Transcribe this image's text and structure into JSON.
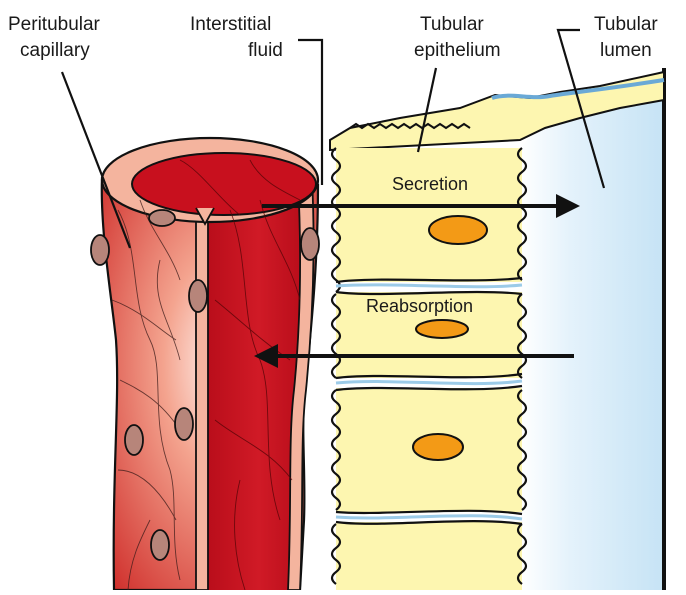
{
  "labels": {
    "peritubular_line1": "Peritubular",
    "peritubular_line2": "capillary",
    "interstitial_line1": "Interstitial",
    "interstitial_line2": "fluid",
    "epithelium_line1": "Tubular",
    "epithelium_line2": "epithelium",
    "lumen_line1": "Tubular",
    "lumen_line2": "lumen",
    "secretion": "Secretion",
    "reabsorption": "Reabsorption"
  },
  "colors": {
    "capillary_outer": "#d2403a",
    "capillary_highlight": "#fbe3de",
    "capillary_inner": "#c8101e",
    "capillary_rim": "#f2a98f",
    "epithelium": "#fdf6b0",
    "nucleus": "#f39a16",
    "lumen": "#cfe8f7",
    "cell_nucleus": "#b7857a"
  }
}
